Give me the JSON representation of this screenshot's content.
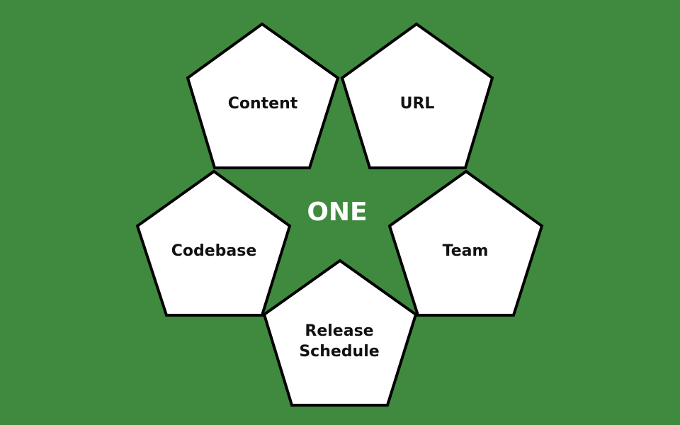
{
  "diagram": {
    "center_label": "ONE",
    "items": [
      {
        "label": "Content"
      },
      {
        "label": "URL"
      },
      {
        "label": "Codebase"
      },
      {
        "label": "Team"
      },
      {
        "label_lines": [
          "Release",
          "Schedule"
        ]
      }
    ]
  },
  "colors": {
    "background": "#3f8a3e",
    "shape_fill": "#ffffff",
    "shape_stroke": "#000000",
    "label_text": "#111111",
    "center_text": "#ffffff"
  }
}
